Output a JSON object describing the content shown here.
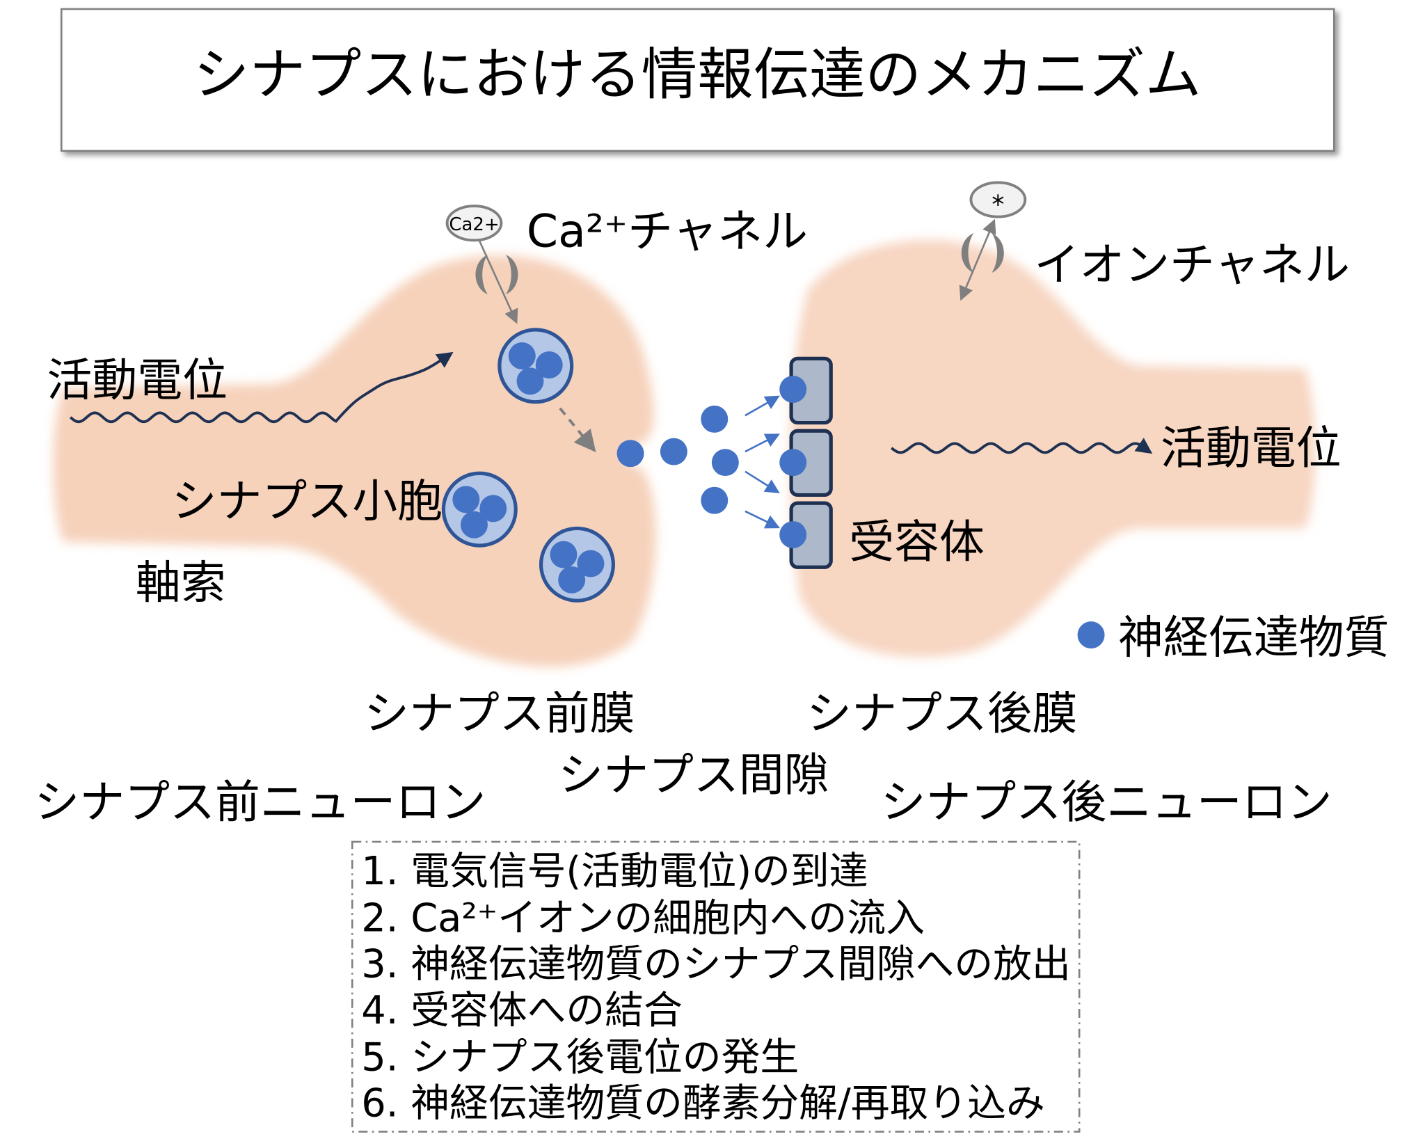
{
  "title": "シナプスにおける情報伝達のメカニズム",
  "labels": {
    "ca_ion": "Ca2+",
    "ca_channel": "Ca²⁺チャネル",
    "ion_marker": "*",
    "ion_channel": "イオンチャネル",
    "action_potential_pre": "活動電位",
    "action_potential_post": "活動電位",
    "vesicle": "シナプス小胞",
    "axon": "軸索",
    "receptor": "受容体",
    "neurotransmitter_legend": "神経伝達物質",
    "presynaptic_membrane": "シナプス前膜",
    "postsynaptic_membrane": "シナプス後膜",
    "synaptic_cleft": "シナプス間隙",
    "presynaptic_neuron": "シナプス前ニューロン",
    "postsynaptic_neuron": "シナプス後ニューロン"
  },
  "steps": [
    "1. 電気信号(活動電位)の到達",
    "2. Ca²⁺イオンの細胞内への流入",
    "3. 神経伝達物質のシナプス間隙への放出",
    "4. 受容体への結合",
    "5. シナプス後電位の発生",
    "6. 神経伝達物質の酵素分解/再取り込み"
  ],
  "colors": {
    "neuron": "#f6d2bb",
    "transmitter": "#4472c4",
    "vesicle_fill": "#b4c7e7",
    "vesicle_stroke": "#2f5597",
    "receptor_fill": "#adb9ca",
    "receptor_stroke": "#1f3152",
    "wave": "#1f3152"
  }
}
